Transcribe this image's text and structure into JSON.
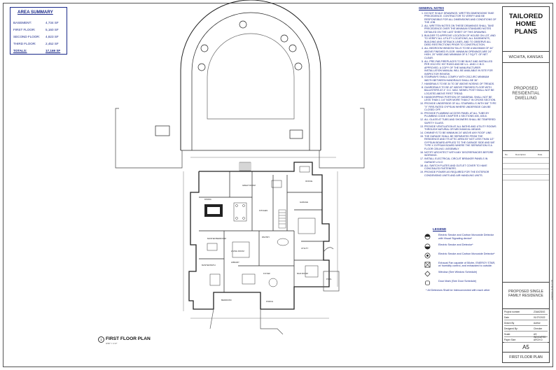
{
  "area_summary": {
    "title": "AREA SUMMARY",
    "rows": [
      {
        "label": "BASEMENT:",
        "value": "4,734 SF"
      },
      {
        "label": "FIRST FLOOR:",
        "value": "5,160 SF"
      },
      {
        "label": "SECOND FLOOR:",
        "value": "4,823 SF"
      },
      {
        "label": "THIRD FLOOR:",
        "value": "2,452 SF"
      }
    ],
    "total": {
      "label": "TOTALS:",
      "value": "17,169 SF"
    }
  },
  "general_notes": {
    "title": "GENERAL NOTES",
    "items": [
      "DO NOT SCALE DRAWINGS. WRITTEN DIMENSIONS TAKE PRECEDENCE. CONTRACTOR TO VERIFY AND BE RESPONSIBLE FOR ALL DIMENSIONS AND CONDITIONS OF THE JOB.",
      "ALL WRITTEN NOTES ON THESE DRAWINGS SHALL TAKE PRECEDENCE OVER THE MINIMUM STANDARD NOTES DETAILED ON THE LAST SHEET OF THIS DRAWING.",
      "BUILDER TO APPROVE LOCATION OF HOUSE ON LOT, AND TO VERIFY ALL UTILITY LOCATIONS, ALL EASEMENTS, BUILDING AND SETBACK LINES, AND TO OBSERVE ALL DEED RESTRICTIONS PRIOR TO CONSTRUCTION.",
      "ALL BEDROOM WINDOW SILLS TO BE A MAXIMUM OF 44\" ABOVE FINISHED FLOOR. MINIMUM OPENINGS ARE 24\" HIGH, 20\" WIDE AND MINIMUM OF 5.7 SQ.FT. OF NET CLEAR.",
      "ALL PRE-FAB FIREPLACES TO BE BUILT AND INSTALLED PER 2012 IRC 907 R1003 AND BE U.L. AND I.C.B.O. APPROVED. A COPY OF THE MANUFACTURER INSTALLATION MANUAL WILL BE AVAILABLE IN SITE FOR INSPECTOR REVIEW.",
      "STAIRWAYS SHALL COMPLY WITH 2012-IRC MINIMUM WIDTH BETWEEN HANDRAILS SHALL BE 36\".",
      "HANDRAILS TO BE 34 TO 38\" ABOVE NOSING OF TREADS.",
      "GUARDRAILS TO BE 42\" ABOVE FINISHED FLOOR WITH BALUSTERS AT 4\" O.C. MAX. NEWEL POST SHALL NOT BE LOCATED ABOVE FIRST TREAD.",
      "HANDGRIPPING PORTION OF HANDRAIL SHALL NOT BE LESS THAN 1 1/4\" NOR MORE THAN 2\" IN CROSS SECTION.",
      "PROVIDE UNDERSIDE OF ALL STAIRWELLS WITH 5/8\" TYPE \"X\" FIRE-RATED GYPSUM WHERE UNDERSIDE CAN BE CLOSED OFF.",
      "PROVIDE PLUMBING ACCESS PANEL AT ALL TUBS BY PLUMBING CODE CHAPTER 4 SECTIONS 405, 405.8.",
      "ALL GLASS AT TUBS AND SHOWERS SHALL BE TEMPERED SAFETY GLASS.",
      "PROVIDE VENTILATION AT ALL BATHS AND UTILITY ROOMS THROUGH NATURAL OR MECHANICAL MEANS.",
      "CHIMNEYS TO BE MINIMUM 24\" ABOVE ANY ROOF LINE.",
      "THE GARAGE SHALL BE SEPARATED FROM THE RESIDENCE AND ITS ATTIC AREA BY NOT LESS THAN 1/2\" GYPSUM BOARD APPLIED TO THE GARAGE SIDE AND 5/8\" TYPE X GYPSUM BOARD WHERE THE SEPARATION IS A FLOOR CEILING / ASSEMBLY",
      "NOTIFY ARCHITECT WITH ANY DISCREPANCIES BEFORE WORKING.",
      "INSTALL ELECTRICAL CIRCUIT BREAKER PANELS IN GARAGE U.N.O",
      "ALL SWITCH PLATES AND OUTLET COVER TO HAVE CONCEALED FASTENERS.",
      "PROVIDE POWER AS REQUIRED FOR THE EXTERIOR CONDENSING UNITS AND AIR HANDLING UNITS."
    ]
  },
  "legend": {
    "title": "LEGEND",
    "items": [
      {
        "icon": "smoke-co-visual-icon",
        "text": "Electric Smoke and Carbon Monoxide Detector with Visual Signaling device*"
      },
      {
        "icon": "smoke-detector-icon",
        "text": "Electric Smoke and Detector*"
      },
      {
        "icon": "smoke-co-detector-icon",
        "text": "Electric Smoke and Carbon Monoxide Detector*"
      },
      {
        "icon": "exhaust-fan-icon",
        "text": "Exhaust Fan capable of 50cfm, ENERGY STAR, w/ humidity control, and exhausted to outside."
      },
      {
        "icon": "window-mark-icon",
        "text": "Window (See Window Schedule)"
      },
      {
        "icon": "door-mark-icon",
        "text": "Door Mark (See Door Schedule)"
      }
    ],
    "note": "* All Detectors Shall be Interconnected with each other"
  },
  "title_block": {
    "company": [
      "TAILORED",
      "HOME",
      "PLANS"
    ],
    "location": "WICHITA, KANSAS",
    "description": [
      "PROPOSED",
      "RESIDENTIAL",
      "DWELLING"
    ],
    "revision_headers": [
      "No.",
      "Description",
      "Date"
    ],
    "project_title": [
      "PROPOSED SINGLE",
      "FAMILY RESIDENCE"
    ],
    "info_rows": [
      {
        "label": "Project number",
        "value": "Z3A62D0G"
      },
      {
        "label": "Date",
        "value": "01/27/2022"
      },
      {
        "label": "Drawn By",
        "value": "Author"
      },
      {
        "label": "Designed By:",
        "value": "Checker"
      },
      {
        "label": "Scale:",
        "value": "AS INDICATED"
      },
      {
        "label": "Paper Size:",
        "value": "ARCH D"
      }
    ],
    "sheet_number": "A5",
    "sheet_name": "FIRST FLOOR PLAN",
    "print_stamp": "4/19/2023 11:39:37 PM"
  },
  "drawing": {
    "callout_number": "1",
    "title": "FIRST FLOOR PLAN",
    "scale": "3/16\" = 1'-0\"",
    "room_labels": [
      "GREAT ROOM",
      "KITCHEN",
      "DINING",
      "MASTER BEDROOM",
      "MASTER BATH",
      "GARAGE",
      "OFFICE",
      "LIBRARY",
      "POOL",
      "FOYER",
      "PORCH",
      "UTILITY",
      "PANTRY",
      "BEDROOM",
      "LIVING ROOM",
      "MUD ROOM"
    ]
  },
  "colors": {
    "accent": "#1b2a8a",
    "line": "#222222"
  }
}
